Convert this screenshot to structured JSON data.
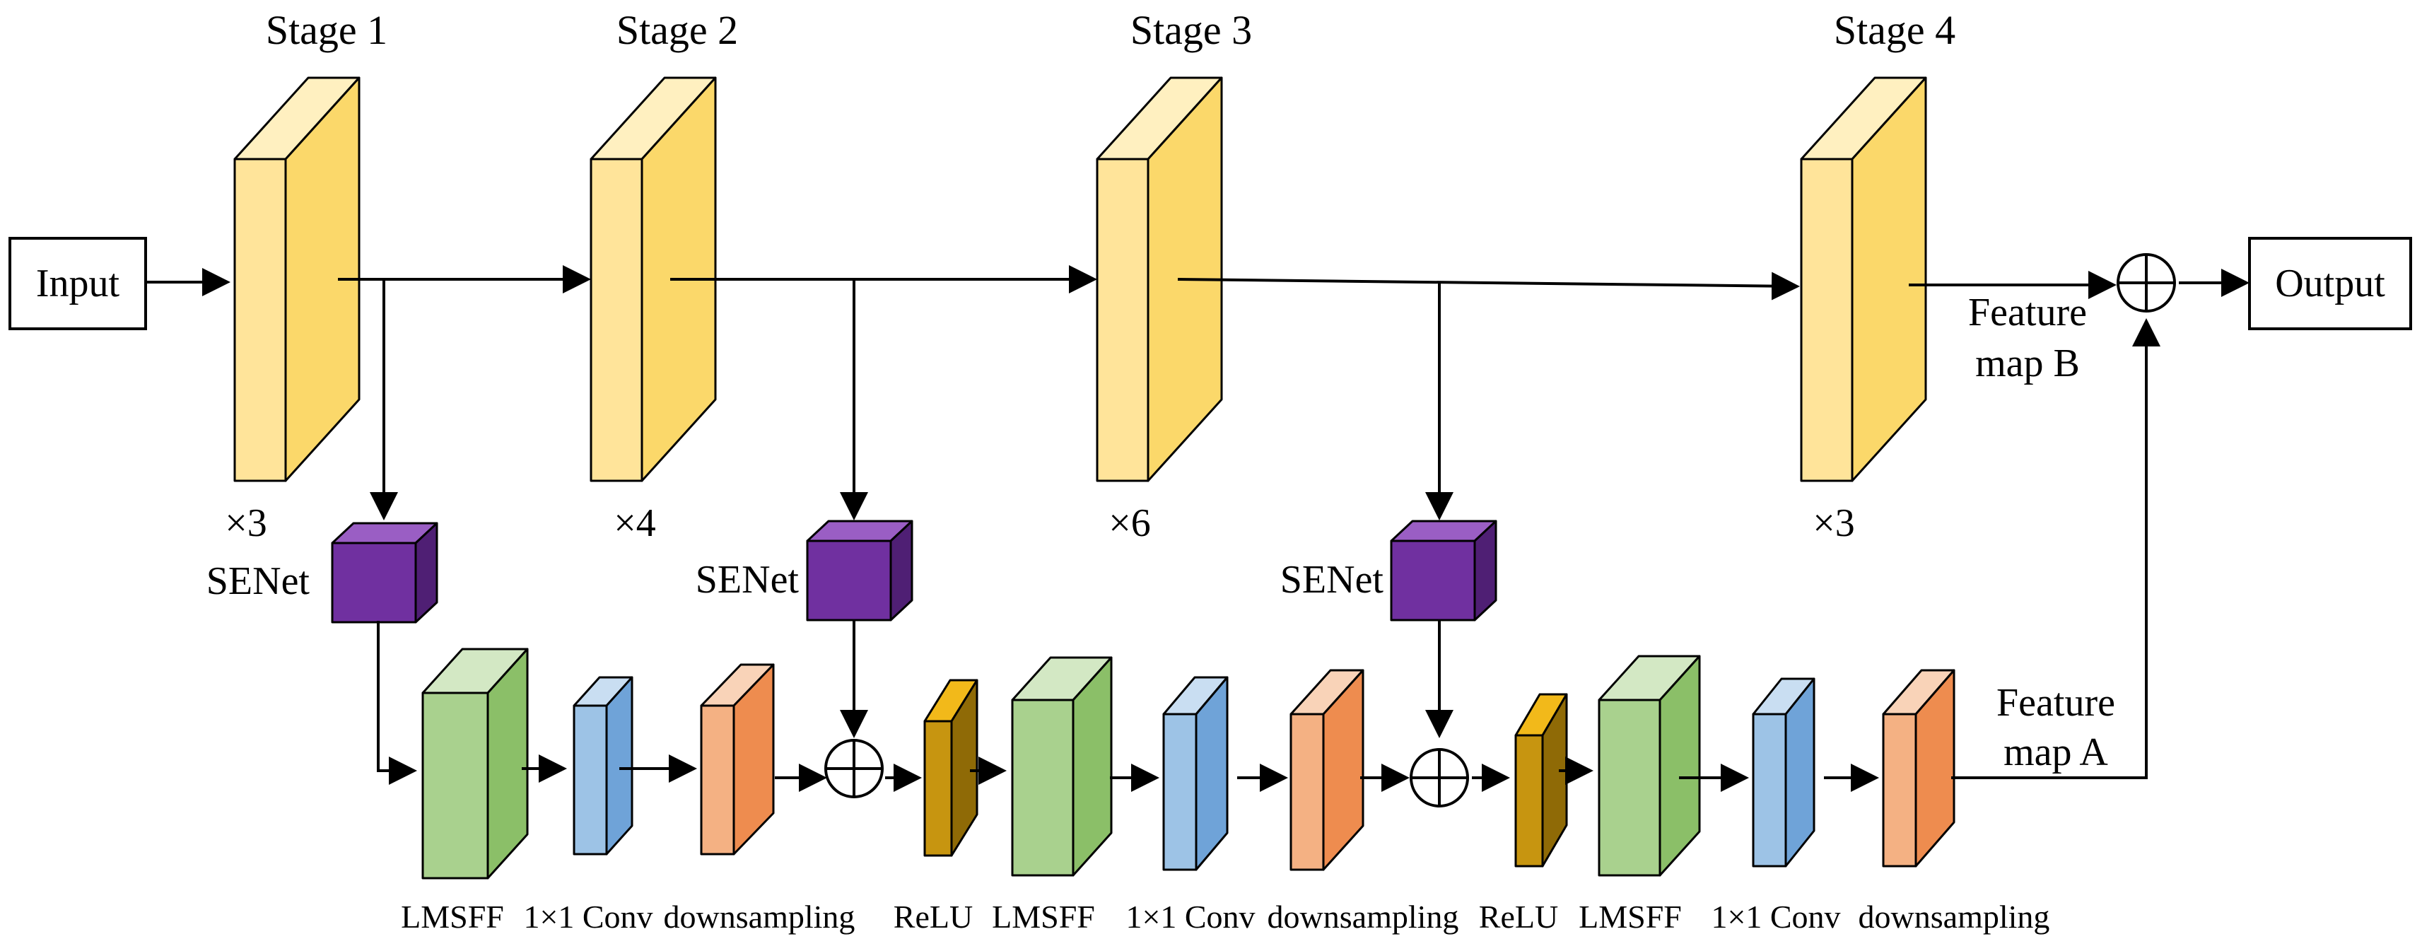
{
  "diagram": {
    "input_label": "Input",
    "output_label": "Output",
    "stages": [
      {
        "title": "Stage 1",
        "repeat": "×3"
      },
      {
        "title": "Stage 2",
        "repeat": "×4"
      },
      {
        "title": "Stage 3",
        "repeat": "×6"
      },
      {
        "title": "Stage 4",
        "repeat": "×3"
      }
    ],
    "senet_label": "SENet",
    "feature_map_b": [
      "Feature",
      "map B"
    ],
    "feature_map_a": [
      "Feature",
      "map A"
    ],
    "bottom_labels": {
      "lmsff": "LMSFF",
      "conv": "1×1 Conv",
      "down": "downsampling",
      "relu": "ReLU"
    },
    "colors": {
      "stage_front": "#ffe49a",
      "stage_side": "#fbd86a",
      "stage_top": "#fff0c0",
      "senet_front": "#7030a0",
      "senet_side": "#4f1f74",
      "senet_top": "#9a5ec4",
      "lmsff_front": "#a9d18e",
      "lmsff_side": "#8bbf68",
      "lmsff_top": "#d3e8c4",
      "conv_front": "#9dc3e6",
      "conv_side": "#6fa3d8",
      "conv_top": "#c9def2",
      "down_front": "#f4b183",
      "down_side": "#ee8c4f",
      "down_top": "#f9d3b8",
      "relu_front": "#c79510",
      "relu_side": "#8f6a06",
      "relu_top": "#f2b91a"
    }
  }
}
